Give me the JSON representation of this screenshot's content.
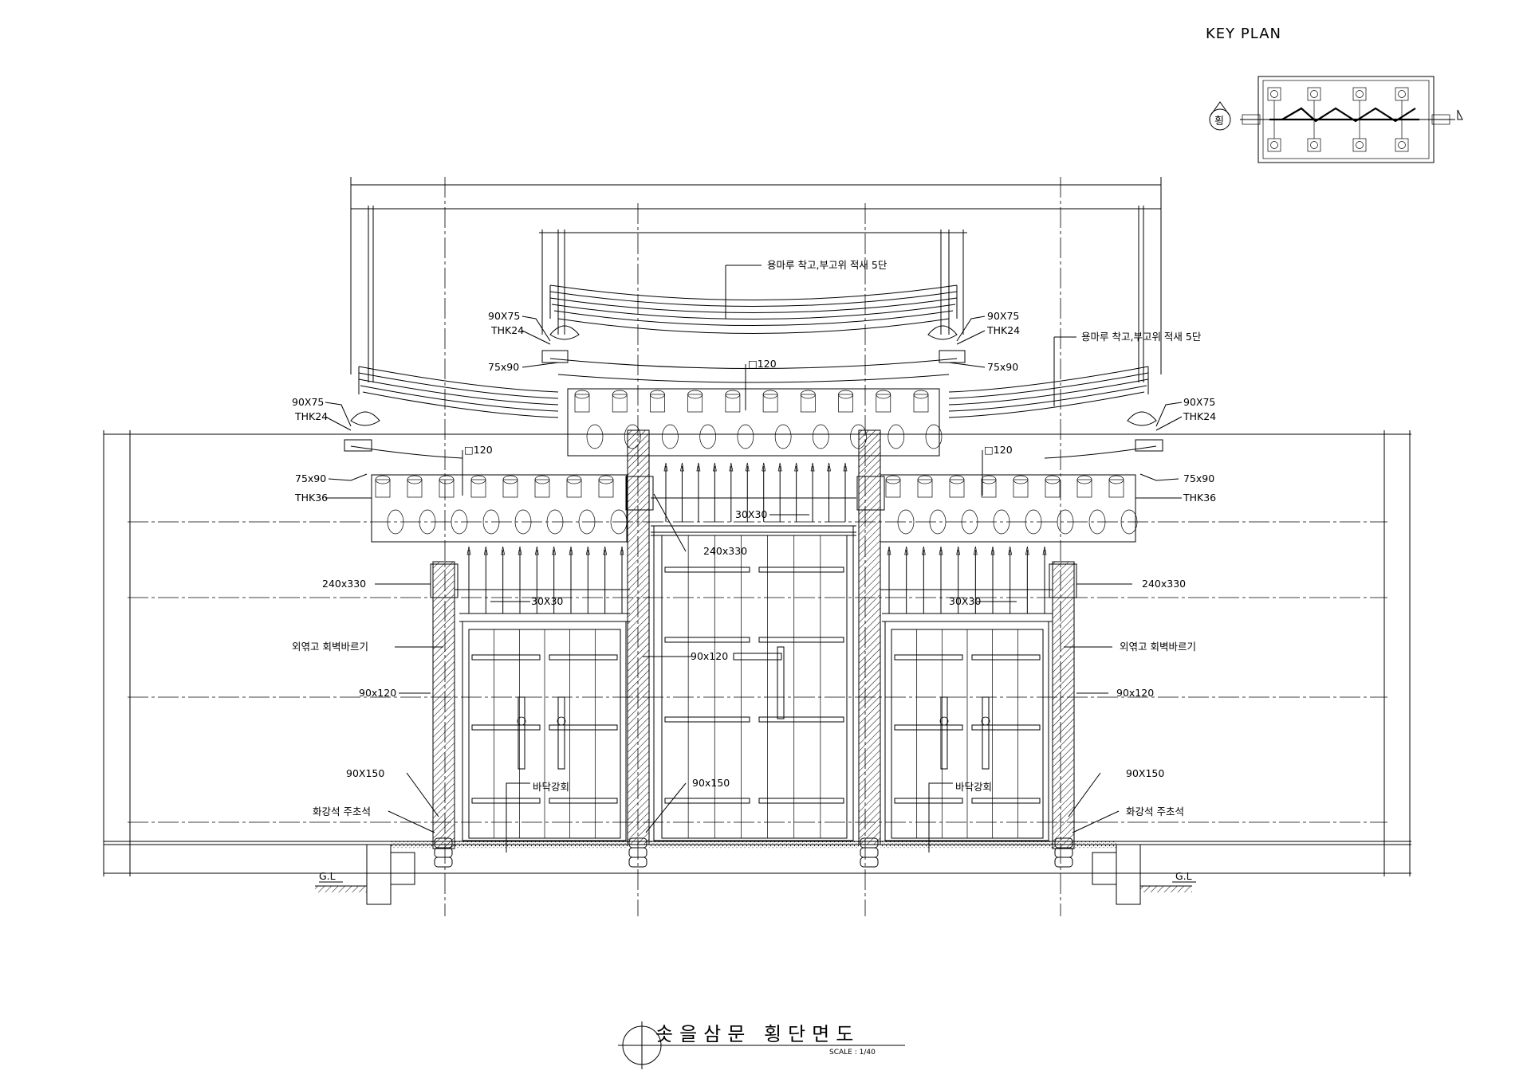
{
  "key_plan": {
    "title": "KEY PLAN",
    "marker": "횡"
  },
  "labels": {
    "ridge_top": "용마루 착고,부고위 적새 5단",
    "ridge_right": "용마루 착고,부고위 적새 5단",
    "ul_90x75": "90X75",
    "ul_thk24": "THK24",
    "ul_75x90": "75x90",
    "ur_90x75": "90X75",
    "ur_thk24": "THK24",
    "ur_75x90": "75x90",
    "center_sq120": "□120",
    "ll_90x75": "90X75",
    "ll_thk24": "THK24",
    "lr_90x75": "90X75",
    "lr_thk24": "THK24",
    "left_sq120": "□120",
    "right_sq120": "□120",
    "ll_75x90": "75x90",
    "ll_thk36": "THK36",
    "lr_75x90": "75x90",
    "lr_thk36": "THK36",
    "center_30x30": "30X30",
    "center_240x330": "240x330",
    "left_240x330": "240x330",
    "right_240x330": "240x330",
    "left_30x30": "30X30",
    "right_30x30": "30X30",
    "left_wall": "외엮고 회벽바르기",
    "right_wall": "외엮고 회벽바르기",
    "center_90x120": "90x120",
    "left_90x120": "90x120",
    "right_90x120": "90x120",
    "left_90x150": "90X150",
    "right_90x150": "90X150",
    "center_90x150": "90x150",
    "left_floor": "바닥강회",
    "right_floor": "바닥강회",
    "left_stone": "화강석 주초석",
    "right_stone": "화강석 주초석",
    "left_gl": "G.L",
    "right_gl": "G.L"
  },
  "title_block": {
    "title": "솟을삼문 횡단면도",
    "scale": "SCALE : 1/40"
  }
}
